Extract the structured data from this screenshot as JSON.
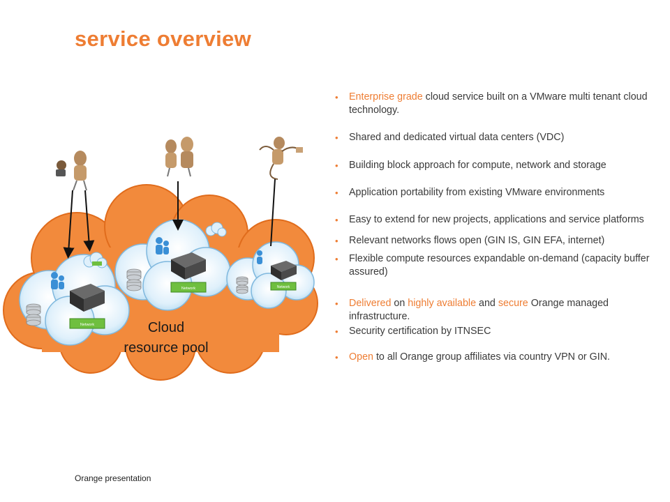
{
  "title": "service overview",
  "footer": "Orange presentation",
  "diagram": {
    "pool_label_line1": "Cloud",
    "pool_label_line2": "resource pool",
    "network_label": "Network"
  },
  "bullets": [
    {
      "pre": "",
      "h1": "Enterprise grade",
      "mid": " cloud service built on a VMware multi tenant cloud technology.",
      "h2": "",
      "mid2": "",
      "h3": "",
      "post": ""
    },
    {
      "pre": "Shared and dedicated virtual data centers (VDC)",
      "h1": "",
      "mid": "",
      "h2": "",
      "mid2": "",
      "h3": "",
      "post": ""
    },
    {
      "pre": "Building  block approach for compute, network and storage",
      "h1": "",
      "mid": "",
      "h2": "",
      "mid2": "",
      "h3": "",
      "post": ""
    },
    {
      "pre": "Application  portability from existing VMware environments",
      "h1": "",
      "mid": "",
      "h2": "",
      "mid2": "",
      "h3": "",
      "post": ""
    },
    {
      "pre": "Easy to extend for new projects, applications and service platforms",
      "h1": "",
      "mid": "",
      "h2": "",
      "mid2": "",
      "h3": "",
      "post": ""
    },
    {
      "pre": "Relevant networks flows open (GIN IS, GIN EFA,  internet)",
      "h1": "",
      "mid": "",
      "h2": "",
      "mid2": "",
      "h3": "",
      "post": ""
    },
    {
      "pre": "Flexible compute resources expandable on-demand (capacity buffer assured)",
      "h1": "",
      "mid": "",
      "h2": "",
      "mid2": "",
      "h3": "",
      "post": ""
    },
    {
      "pre": "",
      "h1": "Delivered",
      "mid": " on ",
      "h2": "highly available",
      "mid2": " and ",
      "h3": "secure",
      "post": " Orange managed infrastructure."
    },
    {
      "pre": "Security certification by ITNSEC",
      "h1": "",
      "mid": "",
      "h2": "",
      "mid2": "",
      "h3": "",
      "post": ""
    },
    {
      "pre": "",
      "h1": "Open",
      "mid": " to all Orange group affiliates via country VPN or GIN.",
      "h2": "",
      "mid2": "",
      "h3": "",
      "post": ""
    }
  ],
  "colors": {
    "accent": "#ee7d33",
    "cloud_orange": "#f28a3c",
    "inner_cloud": "#d9eefa",
    "network_green": "#6fbf3f"
  }
}
